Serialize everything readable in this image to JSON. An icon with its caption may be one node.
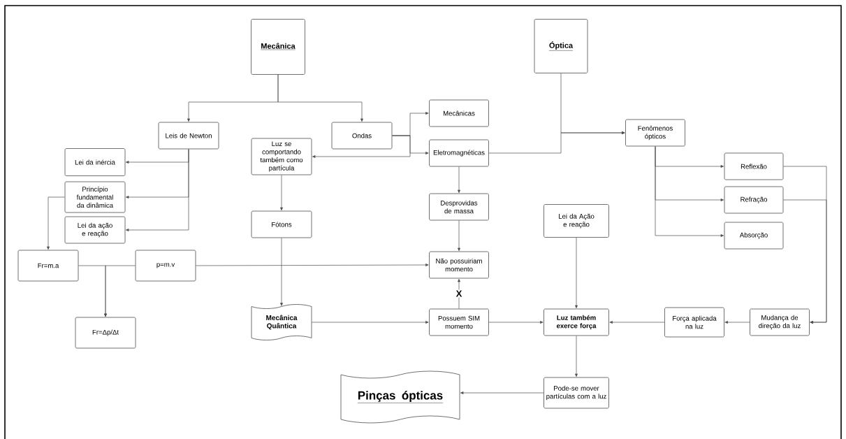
{
  "diagram": {
    "nodes": [
      {
        "text": [
          "Mecânica"
        ]
      },
      {
        "text": [
          "Óptica"
        ]
      },
      {
        "text": [
          "Leis de Newton"
        ]
      },
      {
        "text": [
          "Ondas"
        ]
      },
      {
        "text": [
          "Mecânicas"
        ]
      },
      {
        "text": [
          "Luz se comportando também como partícula"
        ]
      },
      {
        "text": [
          "Eletromagnéticas"
        ]
      },
      {
        "text": [
          "Fenômenos ópticos"
        ]
      },
      {
        "text": [
          "Lei da inércia"
        ]
      },
      {
        "text": [
          "Princípio fundamental da dinâmica"
        ]
      },
      {
        "text": [
          "Lei da ação e reação"
        ]
      },
      {
        "text": [
          "Reflexão"
        ]
      },
      {
        "text": [
          "Refração"
        ]
      },
      {
        "text": [
          "Absorção"
        ]
      },
      {
        "text": [
          "Desprovidas de massa"
        ]
      },
      {
        "text": [
          "Fótons"
        ]
      },
      {
        "text": [
          "Lei da Ação e reação"
        ]
      },
      {
        "text": [
          "Fr=m.a"
        ]
      },
      {
        "text": [
          "p=m.v"
        ]
      },
      {
        "text": [
          "Não possuiriam momento"
        ]
      },
      {
        "text": [
          "Fr=Δp/Δt"
        ]
      },
      {
        "text": [
          "Mecânica Quântica"
        ]
      },
      {
        "text": [
          "Possuem SIM momento"
        ]
      },
      {
        "text": [
          "Luz também exerce força"
        ]
      },
      {
        "text": [
          "Força aplicada na luz"
        ]
      },
      {
        "text": [
          "Mudança de direção da luz"
        ]
      },
      {
        "text": [
          "Pode-se mover partículas com a luz"
        ]
      },
      {
        "text": [
          "Pinças ópticas"
        ]
      }
    ],
    "edges": [
      {
        "from": 0,
        "to": 2,
        "arrow": "to"
      },
      {
        "from": 0,
        "to": 3,
        "arrow": "to"
      },
      {
        "from": 2,
        "to": 8,
        "arrow": "to"
      },
      {
        "from": 2,
        "to": 9,
        "arrow": "to"
      },
      {
        "from": 2,
        "to": 10,
        "arrow": "to"
      },
      {
        "from": 3,
        "to": 4,
        "arrow": "to"
      },
      {
        "from": 3,
        "to": 6,
        "arrow": "to"
      },
      {
        "from": 3,
        "to": 5,
        "arrow": "to"
      },
      {
        "from": 1,
        "to": 7,
        "arrow": "to"
      },
      {
        "from": 6,
        "to": 7,
        "arrow": "to"
      },
      {
        "from": 7,
        "to": 11,
        "arrow": "to"
      },
      {
        "from": 7,
        "to": 12,
        "arrow": "to"
      },
      {
        "from": 7,
        "to": 13,
        "arrow": "to"
      },
      {
        "from": 11,
        "to": 25,
        "arrow": "to"
      },
      {
        "from": 12,
        "to": 25,
        "arrow": "to"
      },
      {
        "from": 6,
        "to": 14,
        "arrow": "to"
      },
      {
        "from": 14,
        "to": 19,
        "arrow": "to"
      },
      {
        "from": 5,
        "to": 15,
        "arrow": "to"
      },
      {
        "from": 15,
        "to": 21,
        "arrow": "to"
      },
      {
        "from": 9,
        "to": 17,
        "arrow": "to"
      },
      {
        "from": 17,
        "to": 20,
        "arrow": "to"
      },
      {
        "from": 18,
        "to": 20,
        "arrow": "to"
      },
      {
        "from": 18,
        "to": 19,
        "arrow": "to"
      },
      {
        "from": 21,
        "to": 22,
        "arrow": "to"
      },
      {
        "from": 22,
        "to": 19,
        "arrow": "to",
        "label": "X"
      },
      {
        "from": 22,
        "to": 23,
        "arrow": "to"
      },
      {
        "from": 16,
        "to": 23,
        "arrow": "to"
      },
      {
        "from": 24,
        "to": 23,
        "arrow": "to"
      },
      {
        "from": 25,
        "to": 24,
        "arrow": "to"
      },
      {
        "from": 23,
        "to": 26,
        "arrow": "to"
      },
      {
        "from": 26,
        "to": 27,
        "arrow": "to"
      }
    ]
  }
}
